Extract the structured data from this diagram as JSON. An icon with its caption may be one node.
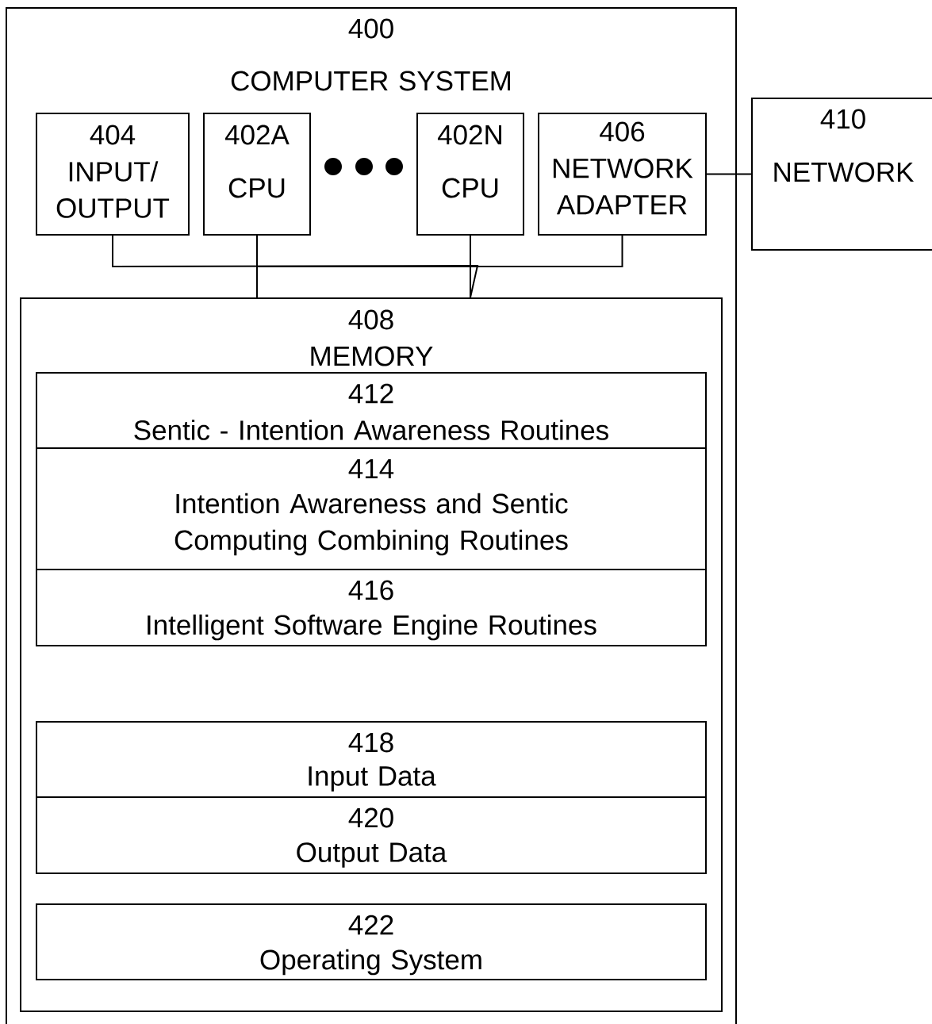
{
  "diagram": {
    "nodes": [
      {
        "text": [
          "400",
          "COMPUTER SYSTEM"
        ]
      },
      {
        "text": [
          "404",
          "INPUT/ OUTPUT"
        ],
        "in": 0
      },
      {
        "text": [
          "402A",
          "CPU"
        ],
        "in": 0
      },
      {
        "text": [
          "402N",
          "CPU"
        ],
        "in": 0
      },
      {
        "text": [
          "406",
          "NETWORK ADAPTER"
        ],
        "in": 0
      },
      {
        "text": [
          "410",
          "NETWORK"
        ]
      },
      {
        "text": [
          "408",
          "MEMORY"
        ],
        "in": 0
      },
      {
        "text": [
          "412",
          "Sentic - Intention Awareness Routines"
        ],
        "in": 6
      },
      {
        "text": [
          "414",
          "Intention Awareness and Sentic Computing Combining Routines"
        ],
        "in": 6
      },
      {
        "text": [
          "416",
          "Intelligent Software Engine Routines"
        ],
        "in": 6
      },
      {
        "text": [
          "418",
          "Input Data"
        ],
        "in": 6
      },
      {
        "text": [
          "420",
          "Output Data"
        ],
        "in": 6
      },
      {
        "text": [
          "422",
          "Operating System"
        ],
        "in": 6
      }
    ],
    "edges": [
      {
        "from": 1,
        "to": 6,
        "arrow": "none"
      },
      {
        "from": 2,
        "to": 6,
        "arrow": "none"
      },
      {
        "from": 3,
        "to": 6,
        "arrow": "none"
      },
      {
        "from": 4,
        "to": 6,
        "arrow": "none"
      },
      {
        "from": 4,
        "to": 5,
        "arrow": "none"
      }
    ]
  }
}
